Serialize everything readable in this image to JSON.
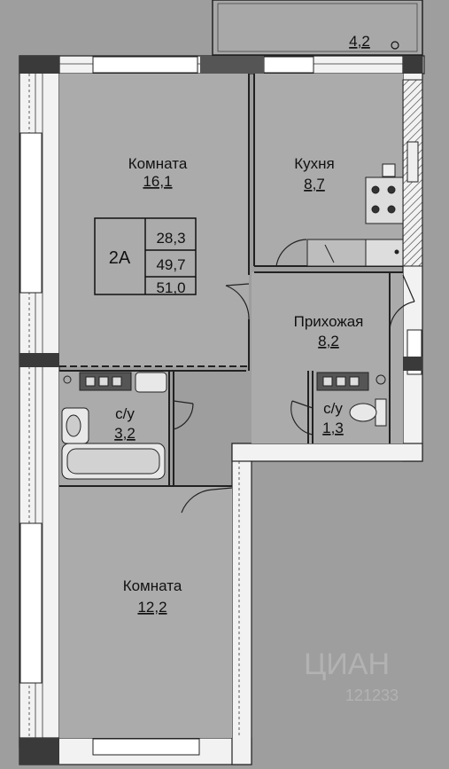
{
  "plan": {
    "rooms": [
      {
        "id": "room1",
        "name": "Комната",
        "area": "16,1"
      },
      {
        "id": "kitchen",
        "name": "Кухня",
        "area": "8,7"
      },
      {
        "id": "hall",
        "name": "Прихожая",
        "area": "8,2"
      },
      {
        "id": "bath1",
        "name": "с/у",
        "area": "3,2"
      },
      {
        "id": "bath2",
        "name": "с/у",
        "area": "1,3"
      },
      {
        "id": "room2",
        "name": "Комната",
        "area": "12,2"
      },
      {
        "id": "balcony",
        "name": "",
        "area": "4,2"
      }
    ],
    "summary": {
      "type": "2А",
      "living_area": "28,3",
      "total_area": "49,7",
      "total_with_balcony": "51,0"
    },
    "watermark": {
      "brand": "ЦИАН",
      "id": "121233"
    }
  }
}
